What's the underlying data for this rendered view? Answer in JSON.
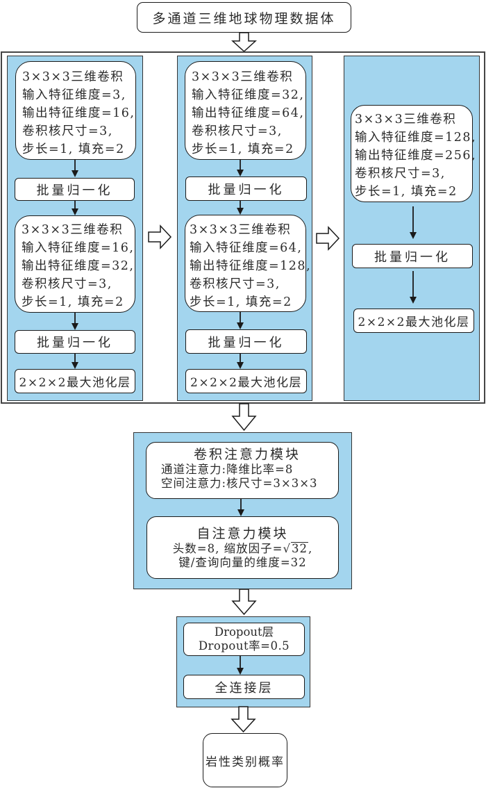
{
  "input_box": {
    "label": "多通道三维地球物理数据体"
  },
  "feature_extractor": {
    "stages": [
      {
        "blocks": [
          {
            "type": "conv",
            "lines": [
              "3×3×3三维卷积",
              "输入特征维度=3,",
              "输出特征维度=16,",
              "卷积核尺寸=3,",
              "步长=1, 填充=2"
            ]
          },
          {
            "type": "bn",
            "label": "批量归一化"
          },
          {
            "type": "conv",
            "lines": [
              "3×3×3三维卷积",
              "输入特征维度=16,",
              "输出特征维度=32,",
              "卷积核尺寸=3,",
              "步长=1, 填充=2"
            ]
          },
          {
            "type": "bn",
            "label": "批量归一化"
          },
          {
            "type": "pool",
            "label": "2×2×2最大池化层"
          }
        ]
      },
      {
        "blocks": [
          {
            "type": "conv",
            "lines": [
              "3×3×3三维卷积",
              "输入特征维度=32,",
              "输出特征维度=64,",
              "卷积核尺寸=3,",
              "步长=1, 填充=2"
            ]
          },
          {
            "type": "bn",
            "label": "批量归一化"
          },
          {
            "type": "conv",
            "lines": [
              "3×3×3三维卷积",
              "输入特征维度=64,",
              "输出特征维度=128,",
              "卷积核尺寸=3,",
              "步长=1, 填充=2"
            ]
          },
          {
            "type": "bn",
            "label": "批量归一化"
          },
          {
            "type": "pool",
            "label": "2×2×2最大池化层"
          }
        ]
      },
      {
        "blocks": [
          {
            "type": "conv",
            "lines": [
              "3×3×3三维卷积",
              "输入特征维度=128,",
              "输出特征维度=256,",
              "卷积核尺寸=3,",
              "步长=1, 填充=2"
            ]
          },
          {
            "type": "bn",
            "label": "批量归一化"
          },
          {
            "type": "pool",
            "label": "2×2×2最大池化层"
          }
        ]
      }
    ]
  },
  "attention_panel": {
    "cbam": {
      "title": "卷积注意力模块",
      "lines": [
        "通道注意力:降维比率=8",
        "空间注意力:核尺寸=3×3×3"
      ]
    },
    "self_attention": {
      "title": "自注意力模块",
      "line1_prefix": "头数=8, 缩放因子=",
      "sqrt_symbol": "√",
      "sqrt_value": "32",
      "line1_suffix": ",",
      "line2": "键/查询向量的维度=32"
    }
  },
  "classifier_panel": {
    "dropout": {
      "lines": [
        "Dropout层",
        "Dropout率=0.5"
      ]
    },
    "fc": {
      "label": "全连接层"
    }
  },
  "output_box": {
    "label": "岩性类别概率"
  },
  "colors": {
    "panel_fill": "#a3d5ee",
    "box_fill": "#ffffff",
    "stroke": "#1a1a1a"
  }
}
